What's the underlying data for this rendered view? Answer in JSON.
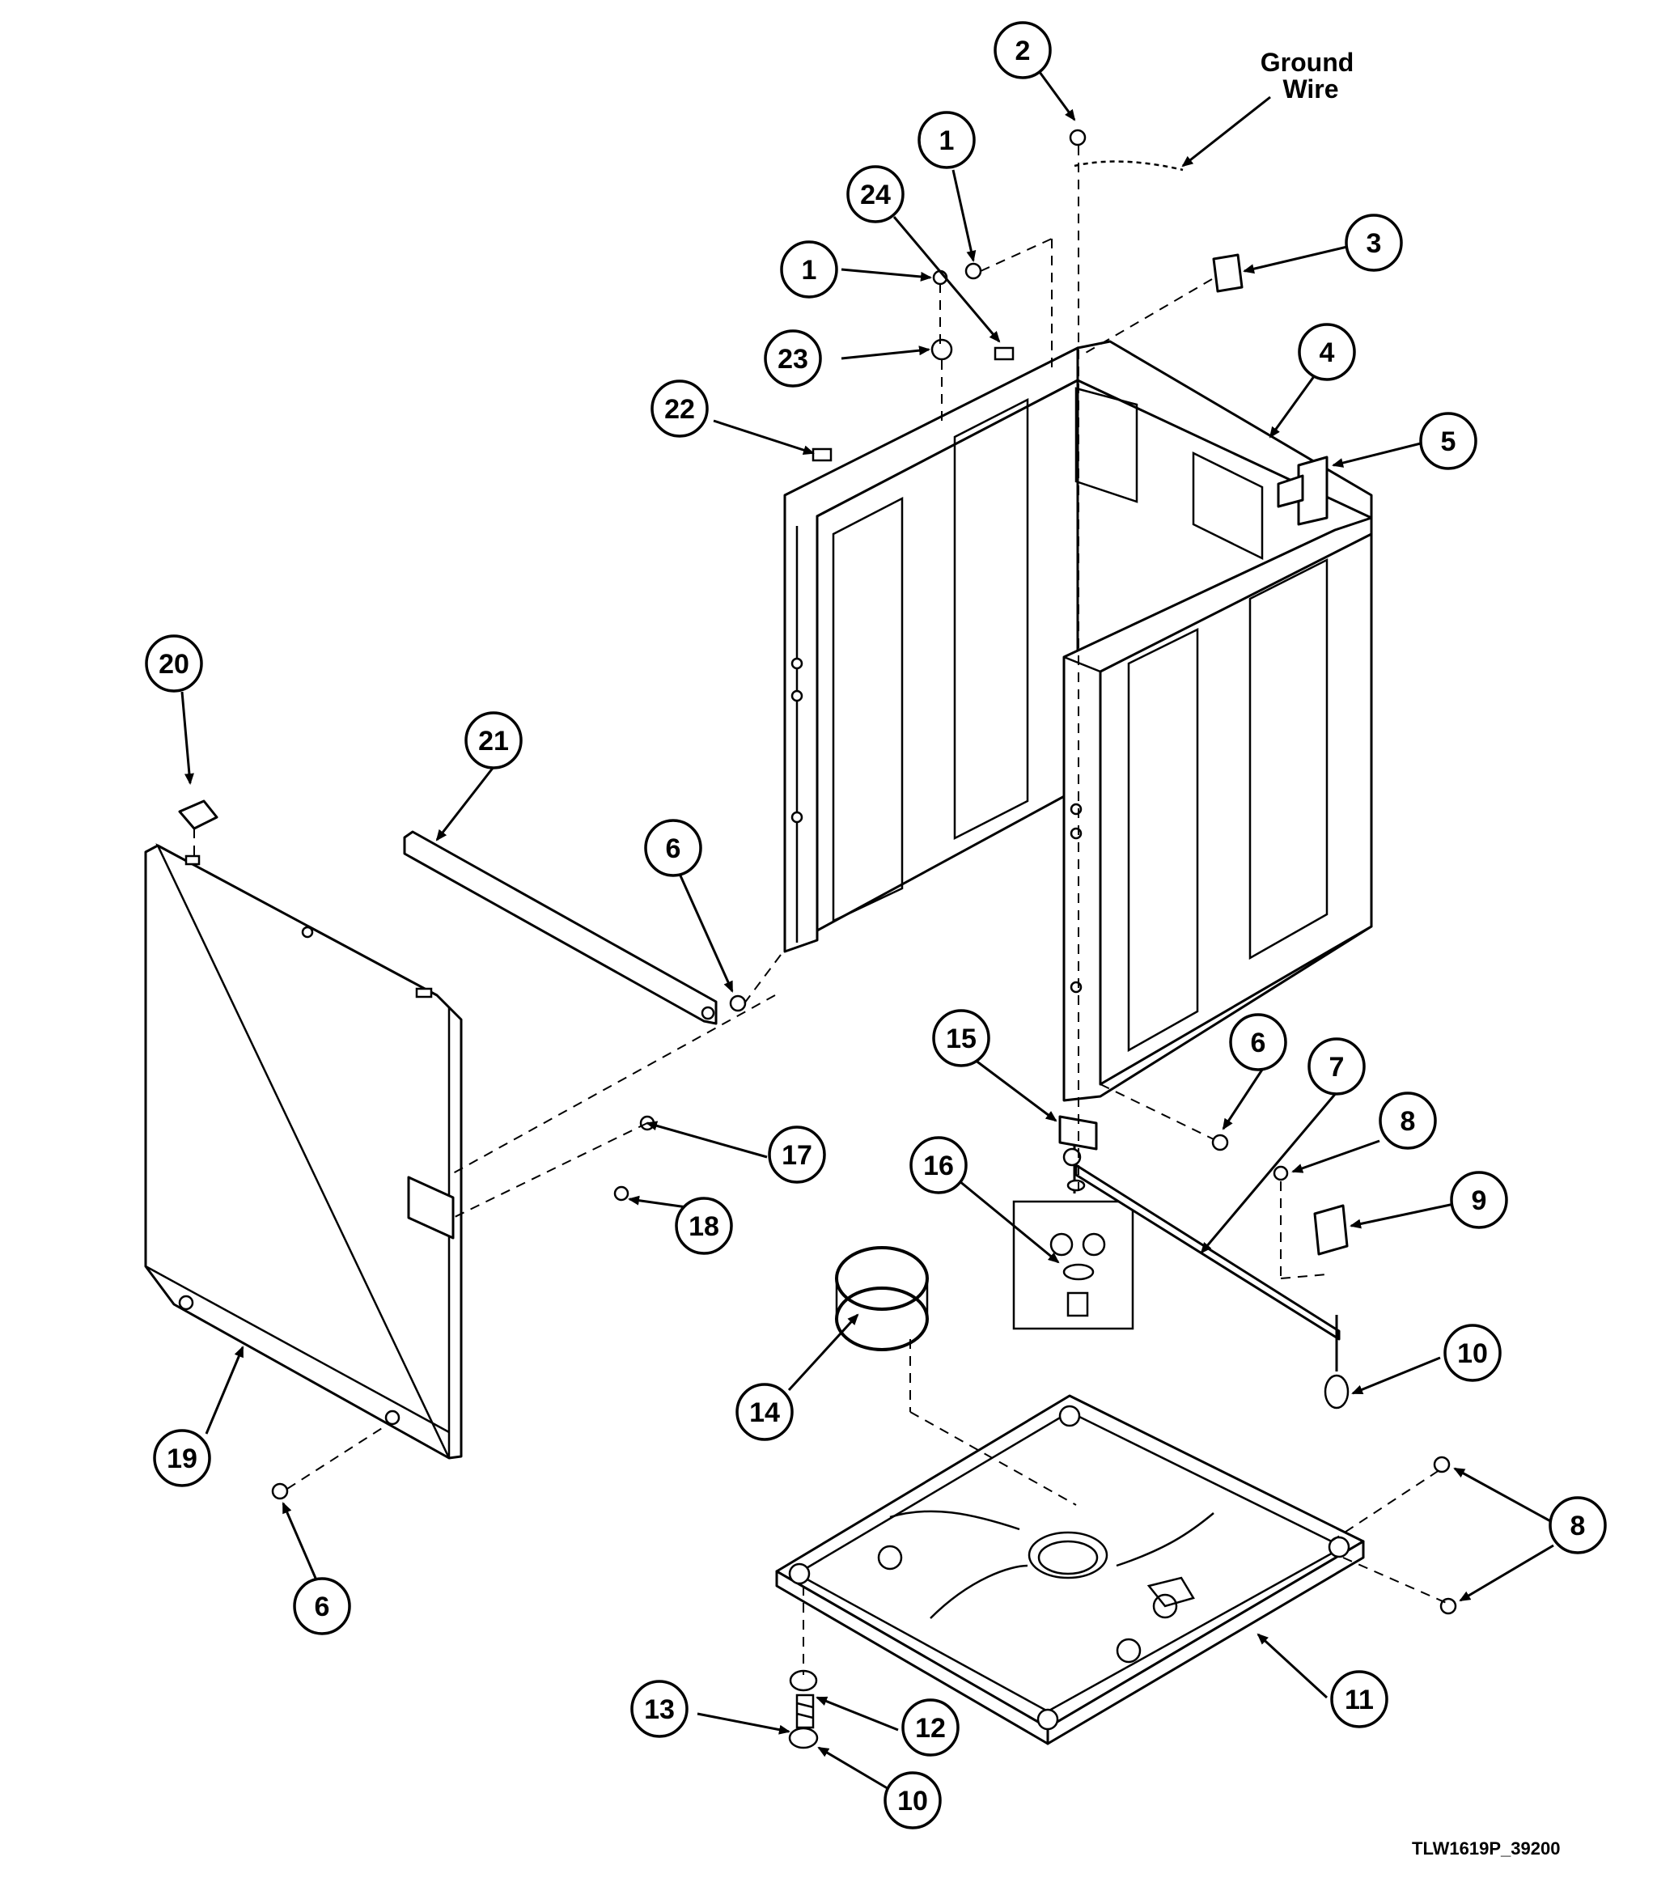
{
  "diagram": {
    "ground_wire_label": "Ground\nWire",
    "drawing_code": "TLW1619P_39200",
    "callouts": [
      {
        "id": "c2",
        "label": "2"
      },
      {
        "id": "c1a",
        "label": "1"
      },
      {
        "id": "c24",
        "label": "24"
      },
      {
        "id": "c1b",
        "label": "1"
      },
      {
        "id": "c3",
        "label": "3"
      },
      {
        "id": "c23",
        "label": "23"
      },
      {
        "id": "c4",
        "label": "4"
      },
      {
        "id": "c22",
        "label": "22"
      },
      {
        "id": "c5",
        "label": "5"
      },
      {
        "id": "c20",
        "label": "20"
      },
      {
        "id": "c21",
        "label": "21"
      },
      {
        "id": "c6a",
        "label": "6"
      },
      {
        "id": "c15",
        "label": "15"
      },
      {
        "id": "c6b",
        "label": "6"
      },
      {
        "id": "c7",
        "label": "7"
      },
      {
        "id": "c8a",
        "label": "8"
      },
      {
        "id": "c17",
        "label": "17"
      },
      {
        "id": "c16",
        "label": "16"
      },
      {
        "id": "c9",
        "label": "9"
      },
      {
        "id": "c18",
        "label": "18"
      },
      {
        "id": "c10a",
        "label": "10"
      },
      {
        "id": "c14",
        "label": "14"
      },
      {
        "id": "c19",
        "label": "19"
      },
      {
        "id": "c8b",
        "label": "8"
      },
      {
        "id": "c6c",
        "label": "6"
      },
      {
        "id": "c13",
        "label": "13"
      },
      {
        "id": "c12",
        "label": "12"
      },
      {
        "id": "c11",
        "label": "11"
      },
      {
        "id": "c10b",
        "label": "10"
      }
    ]
  }
}
